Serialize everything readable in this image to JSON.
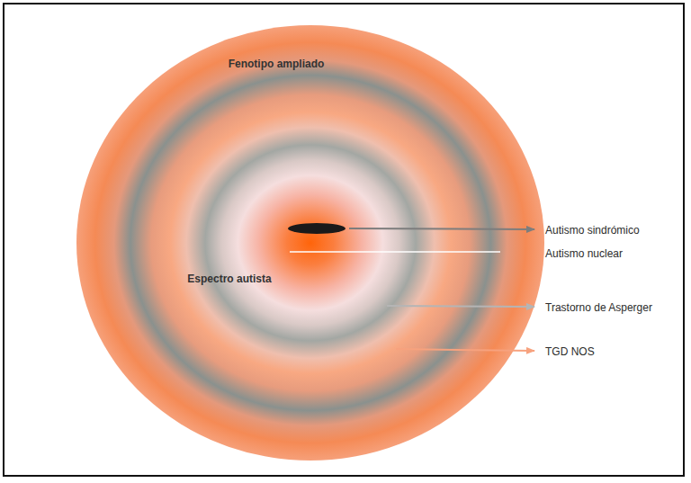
{
  "diagram": {
    "nodes": [
      {
        "text": [
          "Fenotipo ampliado",
          "Espectro autista"
        ]
      }
    ],
    "labels": [
      "Autismo sindrómico",
      "Autismo nuclear",
      "Trastorno de Asperger",
      "TGD NOS"
    ]
  }
}
